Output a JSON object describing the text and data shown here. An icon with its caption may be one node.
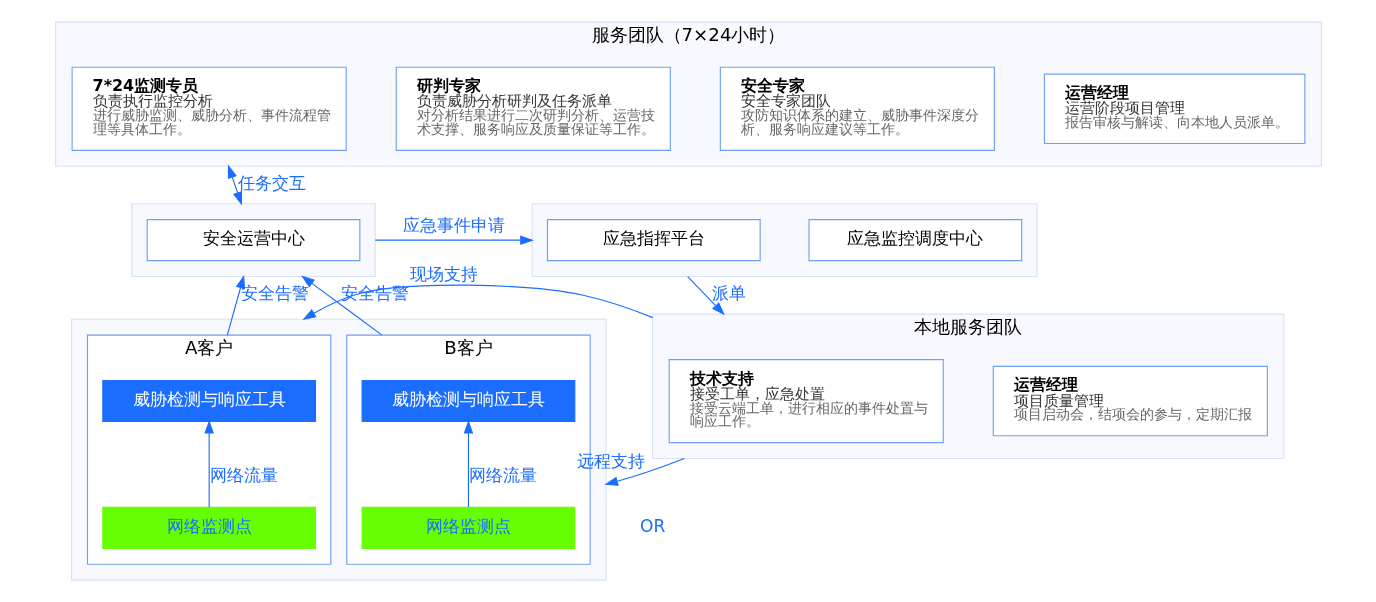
{
  "diagram": {
    "nodes": [
      {
        "text": [
          "服务团队（7×24小时）"
        ]
      },
      {
        "text": [
          "7*24监测专员",
          "负责执行监控分析",
          "进行威胁监测、威胁分析、事件流程管理等具体工作。"
        ],
        "in": 0
      },
      {
        "text": [
          "研判专家",
          "负责威胁分析研判及任务派单",
          "对分析结果进行二次研判分析、运营技术支撑、服务响应及质量保证等工作。"
        ],
        "in": 0
      },
      {
        "text": [
          "安全专家",
          "安全专家团队",
          "攻防知识体系的建立、威胁事件深度分析、服务响应建议等工作。"
        ],
        "in": 0
      },
      {
        "text": [
          "运营经理",
          "运营阶段项目管理",
          "报告审核与解读、向本地人员派单。"
        ],
        "in": 0
      },
      {
        "text": [],
        "shape": "box"
      },
      {
        "text": [
          "安全运营中心"
        ],
        "in": 5
      },
      {
        "text": [],
        "shape": "box"
      },
      {
        "text": [
          "应急指挥平台"
        ],
        "in": 7
      },
      {
        "text": [
          "应急监控调度中心"
        ],
        "in": 7
      },
      {
        "text": [],
        "shape": "box"
      },
      {
        "text": [
          "A客户"
        ],
        "in": 10
      },
      {
        "text": [
          "威胁检测与响应工具"
        ],
        "in": 11
      },
      {
        "text": [
          "网络监测点"
        ],
        "in": 11
      },
      {
        "text": [
          "B客户"
        ],
        "in": 10
      },
      {
        "text": [
          "威胁检测与响应工具"
        ],
        "in": 14
      },
      {
        "text": [
          "网络监测点"
        ],
        "in": 14
      },
      {
        "text": [
          "本地服务团队"
        ]
      },
      {
        "text": [
          "技术支持",
          "接受工单，应急处置",
          "接受云端工单，进行相应的事件处置与响应工作。"
        ],
        "in": 17
      },
      {
        "text": [
          "运营经理",
          "项目质量管理",
          "项目启动会，结项会的参与，定期汇报"
        ],
        "in": 17
      }
    ],
    "edges": [
      {
        "from": 0,
        "to": 5,
        "arrow": "both",
        "label": "任务交互"
      },
      {
        "from": 5,
        "to": 7,
        "arrow": "to",
        "label": "应急事件申请"
      },
      {
        "from": 11,
        "to": 5,
        "arrow": "to",
        "label": "安全告警"
      },
      {
        "from": 14,
        "to": 5,
        "arrow": "to",
        "label": "安全告警"
      },
      {
        "from": 13,
        "to": 12,
        "arrow": "to",
        "label": "网络流量"
      },
      {
        "from": 16,
        "to": 15,
        "arrow": "to",
        "label": "网络流量"
      },
      {
        "from": 7,
        "to": 17,
        "arrow": "to",
        "label": "派单"
      },
      {
        "from": 17,
        "to": 10,
        "arrow": "to",
        "label": "现场支持"
      },
      {
        "from": 17,
        "to": 10,
        "arrow": "to",
        "label": "远程支持"
      }
    ],
    "labels": [
      "OR"
    ]
  }
}
